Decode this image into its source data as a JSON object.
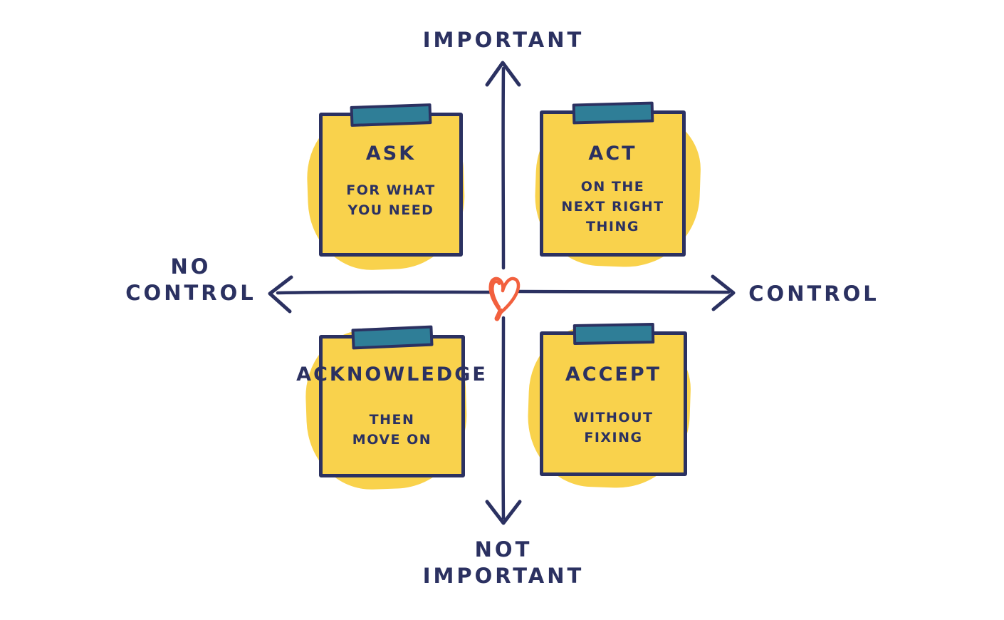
{
  "colors": {
    "navy": "#2B3161",
    "yellow": "#F9D24C",
    "teal": "#2F7E97",
    "heart": "#F2603E",
    "background": "#FFFFFF"
  },
  "axes": {
    "top_label": "IMPORTANT",
    "bottom_label_line1": "NOT",
    "bottom_label_line2": "IMPORTANT",
    "left_label_line1": "NO",
    "left_label_line2": "CONTROL",
    "right_label": "CONTROL",
    "center_icon": "heart-icon"
  },
  "quadrants": {
    "top_left": {
      "title": "ASK",
      "line1": "FOR WHAT",
      "line2": "YOU NEED"
    },
    "top_right": {
      "title": "ACT",
      "line1": "ON THE",
      "line2": "NEXT RIGHT",
      "line3": "THING"
    },
    "bottom_left": {
      "title": "ACKNOWLEDGE",
      "line1": "THEN",
      "line2": "MOVE ON"
    },
    "bottom_right": {
      "title": "ACCEPT",
      "line1": "WITHOUT",
      "line2": "FIXING"
    }
  }
}
